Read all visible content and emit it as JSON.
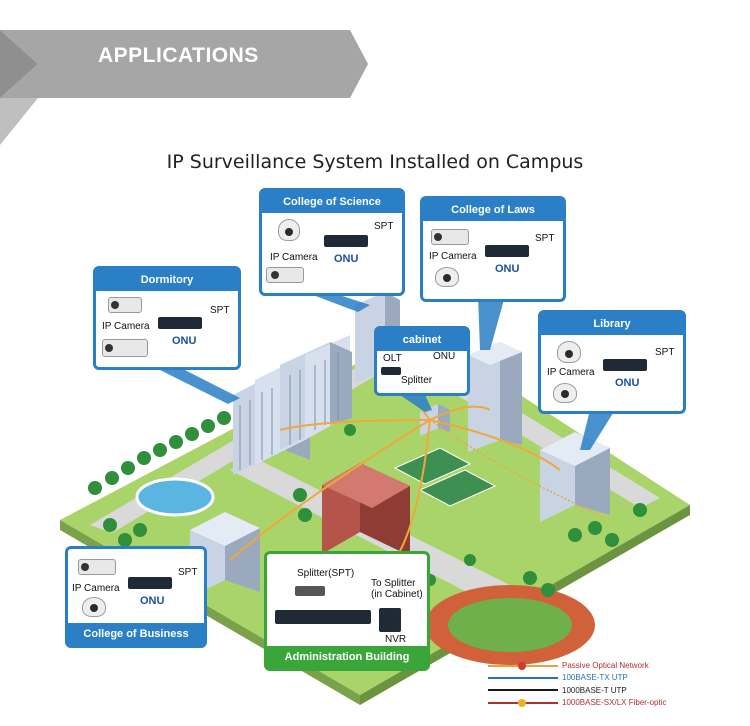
{
  "banner": {
    "title": "APPLICATIONS"
  },
  "diagram": {
    "title": "IP Surveillance System Installed on Campus"
  },
  "boxes": {
    "science": {
      "title": "College of Science",
      "camera": "IP Camera",
      "onu": "ONU",
      "spt": "SPT"
    },
    "laws": {
      "title": "College of Laws",
      "camera": "IP Camera",
      "onu": "ONU",
      "spt": "SPT"
    },
    "dormitory": {
      "title": "Dormitory",
      "camera": "IP Camera",
      "onu": "ONU",
      "spt": "SPT"
    },
    "library": {
      "title": "Library",
      "camera": "IP Camera",
      "onu": "ONU",
      "spt": "SPT"
    },
    "cabinet": {
      "title": "cabinet",
      "olt": "OLT",
      "onu": "ONU",
      "splitter": "Splitter"
    },
    "business": {
      "title": "College of Business",
      "camera": "IP Camera",
      "onu": "ONU",
      "spt": "SPT"
    },
    "admin": {
      "title": "Administration Building",
      "splitter": "Splitter(SPT)",
      "to_splitter": "To Splitter",
      "in_cabinet": "(in Cabinet)",
      "nvr": "NVR"
    }
  },
  "legend": [
    {
      "label": "Passive Optical Network",
      "color": "#e8a040"
    },
    {
      "label": "100BASE-TX UTP",
      "color": "#2a6fc0"
    },
    {
      "label": "1000BASE-T UTP",
      "color": "#1a1a1a"
    },
    {
      "label": "1000BASE-SX/LX Fiber-optic",
      "color": "#b03030"
    }
  ]
}
